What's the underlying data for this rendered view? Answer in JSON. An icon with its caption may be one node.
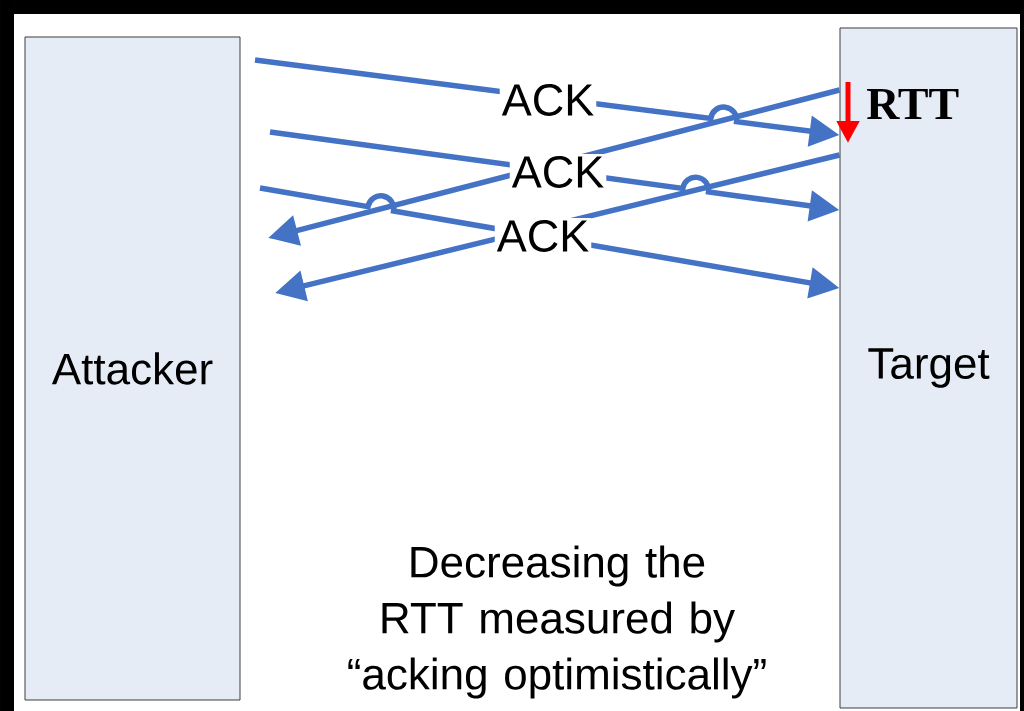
{
  "diagram": {
    "caption": "Decreasing the RTT measured by “acking optimistically”",
    "nodes": [
      {
        "text": [
          "Attacker"
        ]
      },
      {
        "text": [
          "Target"
        ]
      }
    ],
    "edges": [
      {
        "from": null,
        "to": 1,
        "arrow": "to",
        "label": "ACK"
      },
      {
        "from": null,
        "to": 1,
        "arrow": "to",
        "label": "ACK"
      },
      {
        "from": null,
        "to": 1,
        "arrow": "to",
        "label": "ACK"
      },
      {
        "from": 1,
        "to": null,
        "arrow": "to"
      },
      {
        "from": 1,
        "to": null,
        "arrow": "to"
      }
    ],
    "labels": [
      "RTT"
    ]
  }
}
